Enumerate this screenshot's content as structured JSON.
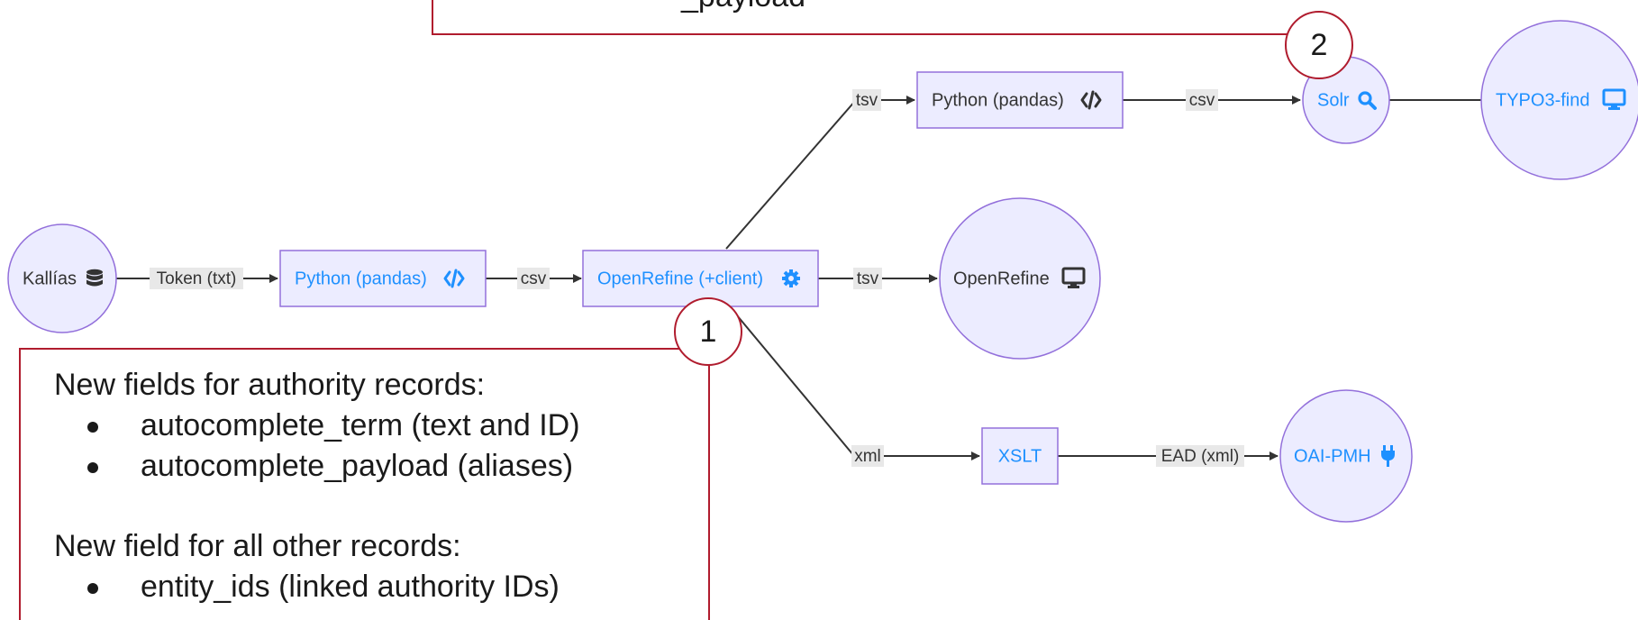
{
  "colors": {
    "node_fill": "#ececff",
    "node_stroke": "#9370db",
    "edge": "#333333",
    "edge_label_bg": "#e8e8e8",
    "link_text": "#1e90ff",
    "plain_text": "#333333",
    "callout_red": "#b01c2e"
  },
  "nodes": {
    "kallias": {
      "label": "Kallías",
      "icon": "database-icon"
    },
    "python_1": {
      "label": "Python (pandas)",
      "icon": "code-icon"
    },
    "openrefine_client": {
      "label": "OpenRefine (+client)",
      "icon": "gear-icon"
    },
    "python_2": {
      "label": "Python (pandas)",
      "icon": "code-icon"
    },
    "openrefine": {
      "label": "OpenRefine",
      "icon": "desktop-icon"
    },
    "xslt": {
      "label": "XSLT"
    },
    "solr": {
      "label": "Solr",
      "icon": "search-icon"
    },
    "typo3": {
      "label": "TYPO3-find",
      "icon": "desktop-icon"
    },
    "oaipmh": {
      "label": "OAI-PMH",
      "icon": "plug-icon"
    }
  },
  "edges": {
    "kallias_python": "Token (txt)",
    "python_openrefine": "csv",
    "openrefine_python2": "tsv",
    "openrefine_openrefine": "tsv",
    "openrefine_xslt": "xml",
    "python2_solr": "csv",
    "xslt_oaipmh": "EAD (xml)"
  },
  "callouts": {
    "one": "1",
    "two": "2"
  },
  "annotation_top": {
    "visible_fragment": "_payload"
  },
  "annotation_main": {
    "heading_1": "New fields for authority records:",
    "items_1": [
      "autocomplete_term (text and ID)",
      "autocomplete_payload (aliases)"
    ],
    "heading_2": "New field for all other records:",
    "items_2": [
      "entity_ids (linked authority IDs)"
    ]
  }
}
